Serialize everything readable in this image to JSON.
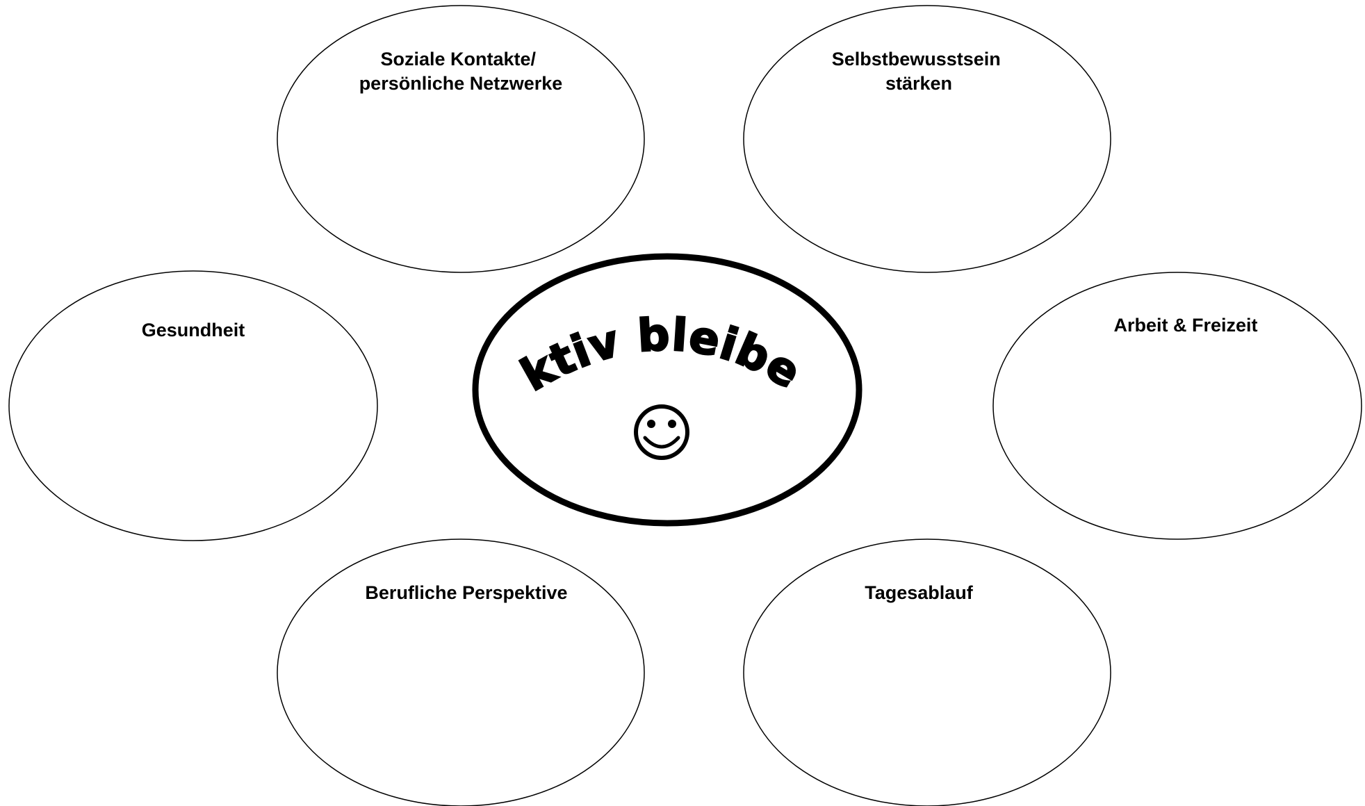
{
  "center": {
    "title": "Aktiv bleiben",
    "icon": "smiley-face-icon"
  },
  "bubbles": [
    {
      "id": "soziale-kontakte",
      "lines": [
        "Soziale Kontakte/",
        "persönliche Netzwerke"
      ]
    },
    {
      "id": "selbstbewusstsein",
      "lines": [
        "Selbstbewusstsein",
        "stärken"
      ]
    },
    {
      "id": "gesundheit",
      "lines": [
        "Gesundheit"
      ]
    },
    {
      "id": "arbeit-freizeit",
      "lines": [
        "Arbeit & Freizeit"
      ]
    },
    {
      "id": "berufliche-perspektive",
      "lines": [
        "Berufliche Perspektive"
      ]
    },
    {
      "id": "tagesablauf",
      "lines": [
        "Tagesablauf"
      ]
    }
  ],
  "colors": {
    "stroke": "#000000",
    "fill": "#ffffff",
    "text": "#000000"
  }
}
